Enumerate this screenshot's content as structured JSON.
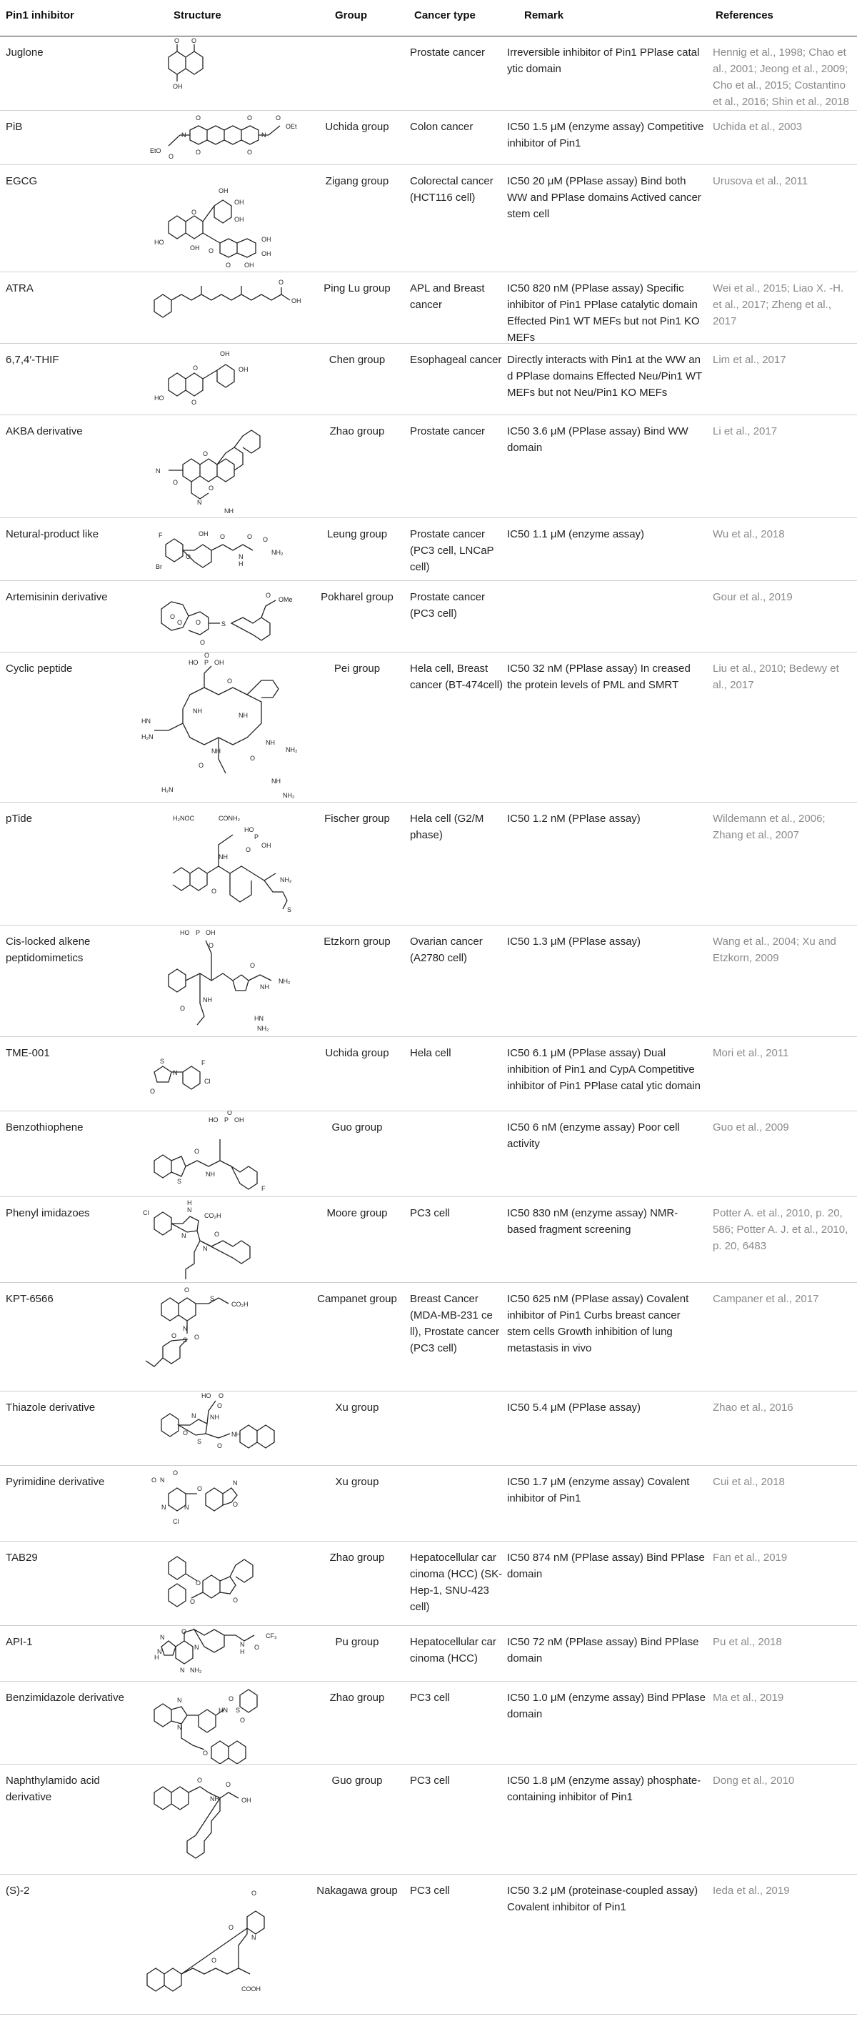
{
  "headers": [
    "Pin1 inhibitor",
    "Structure",
    "Group",
    "Cancer type",
    "Remark",
    "References"
  ],
  "rows": [
    {
      "name": "Juglone",
      "group": "",
      "cancer": "Prostate cancer",
      "remark": "Irreversible inhibitor of Pin1 PPlase catal ytic domain",
      "refs": "Hennig et al., 1998; Chao et al., 2001; Jeong et al., 2009; Cho et al., 2015; Costantino et al., 2016; Shin et al., 2018"
    },
    {
      "name": "PiB",
      "group": "Uchida group",
      "cancer": "Colon cancer",
      "remark": "IC50 1.5 μM (enzyme assay) Competitive inhibitor of Pin1",
      "refs": "Uchida et al., 2003"
    },
    {
      "name": "EGCG",
      "group": "Zigang group",
      "cancer": "Colorectal cancer (HCT116 cell)",
      "remark": "IC50 20 μM (PPlase assay) Bind both WW and PPlase domains Actived cancer stem cell",
      "refs": "Urusova et al., 2011"
    },
    {
      "name": "ATRA",
      "group": "Ping Lu group",
      "cancer": "APL and Breast cancer",
      "remark": "IC50 820 nM (PPlase assay) Specific inhibitor of Pin1 PPlase catalytic domain Effected Pin1 WT MEFs but not Pin1 KO MEFs",
      "refs": "Wei et al., 2015; Liao X. -H. et al., 2017; Zheng et al., 2017"
    },
    {
      "name": "6,7,4′-THIF",
      "group": "Chen group",
      "cancer": "Esophageal cancer",
      "remark": "Directly interacts with Pin1 at the WW an d PPlase domains Effected Neu/Pin1 WT MEFs but not Neu/Pin1 KO MEFs",
      "refs": "Lim et al., 2017"
    },
    {
      "name": "AKBA derivative",
      "group": "Zhao group",
      "cancer": "Prostate cancer",
      "remark": "IC50 3.6 μM (PPlase assay) Bind WW domain",
      "refs": "Li et al., 2017"
    },
    {
      "name": "Netural-product like",
      "group": "Leung group",
      "cancer": "Prostate cancer (PC3 cell, LNCaP cell)",
      "remark": "IC50 1.1 μM (enzyme assay)",
      "refs": "Wu et al., 2018"
    },
    {
      "name": "Artemisinin derivative",
      "group": "Pokharel group",
      "cancer": "Prostate cancer (PC3 cell)",
      "remark": "",
      "refs": "Gour et al., 2019"
    },
    {
      "name": "Cyclic peptide",
      "group": "Pei group",
      "cancer": "Hela cell, Breast cancer (BT-474cell)",
      "remark": "IC50 32 nM (PPlase assay) In creased the protein levels of PML and SMRT",
      "refs": "Liu et al., 2010; Bedewy et al., 2017"
    },
    {
      "name": "pTide",
      "group": "Fischer group",
      "cancer": "Hela cell (G2/M phase)",
      "remark": "IC50 1.2 nM (PPlase assay)",
      "refs": "Wildemann et al., 2006; Zhang et al., 2007"
    },
    {
      "name": "Cis-locked alkene peptidomimetics",
      "group": "Etzkorn group",
      "cancer": "Ovarian cancer (A2780 cell)",
      "remark": "IC50 1.3 μM (PPlase assay)",
      "refs": "Wang et al., 2004; Xu and Etzkorn, 2009"
    },
    {
      "name": "TME-001",
      "group": "Uchida group",
      "cancer": "Hela cell",
      "remark": "IC50 6.1 μM (PPlase assay) Dual inhibition of Pin1 and CypA Competitive inhibitor of Pin1 PPlase catal ytic domain",
      "refs": "Mori et al., 2011"
    },
    {
      "name": "Benzothiophene",
      "group": "Guo group",
      "cancer": "",
      "remark": "IC50 6 nM (enzyme assay) Poor cell activity",
      "refs": "Guo et al., 2009"
    },
    {
      "name": "Phenyl imidazoes",
      "group": "Moore group",
      "cancer": "PC3 cell",
      "remark": "IC50 830 nM (enzyme assay) NMR-based fragment screening",
      "refs": "Potter A. et al., 2010, p. 20, 586; Potter A. J. et al., 2010, p. 20, 6483"
    },
    {
      "name": "KPT-6566",
      "group": "Campanet group",
      "cancer": "Breast Cancer (MDA-MB-231 ce ll), Prostate cancer (PC3 cell)",
      "remark": "IC50 625 nM (PPlase assay) Covalent inhibitor of Pin1 Curbs breast cancer stem cells Growth inhibition of lung metastasis in vivo",
      "refs": "Campaner et al., 2017"
    },
    {
      "name": "Thiazole derivative",
      "group": "Xu group",
      "cancer": "",
      "remark": "IC50 5.4 μM (PPlase assay)",
      "refs": "Zhao et al., 2016"
    },
    {
      "name": "Pyrimidine derivative",
      "group": "Xu group",
      "cancer": "",
      "remark": "IC50 1.7 μM (enzyme assay) Covalent inhibitor of Pin1",
      "refs": "Cui et al., 2018"
    },
    {
      "name": "TAB29",
      "group": "Zhao group",
      "cancer": "Hepatocellular car cinoma (HCC) (SK-Hep-1, SNU-423 cell)",
      "remark": "IC50 874 nM (PPlase assay) Bind PPlase domain",
      "refs": "Fan et al., 2019"
    },
    {
      "name": "API-1",
      "group": "Pu group",
      "cancer": "Hepatocellular car cinoma (HCC)",
      "remark": "IC50 72 nM (PPlase assay) Bind PPlase domain",
      "refs": "Pu et al., 2018"
    },
    {
      "name": "Benzimidazole derivative",
      "group": "Zhao group",
      "cancer": "PC3 cell",
      "remark": "IC50 1.0 μM (enzyme assay) Bind PPlase domain",
      "refs": "Ma et al., 2019"
    },
    {
      "name": "Naphthylamido acid derivative",
      "group": "Guo group",
      "cancer": "PC3 cell",
      "remark": "IC50 1.8 μM (enzyme assay) phosphate-containing inhibitor of Pin1",
      "refs": "Dong et al., 2010"
    },
    {
      "name": "(S)-2",
      "group": "Nakagawa group",
      "cancer": "PC3 cell",
      "remark": "IC50 3.2 μM (proteinase-coupled assay) Covalent inhibitor of Pin1",
      "refs": "Ieda et al., 2019"
    }
  ],
  "atom_labels": {
    "juglone": [
      "O",
      "O",
      "OH"
    ],
    "pib": [
      "O",
      "O",
      "O",
      "O",
      "N",
      "N",
      "O",
      "OEt",
      "EtO",
      "O"
    ],
    "egcg": [
      "OH",
      "OH",
      "HO",
      "O",
      "OH",
      "OH",
      "O",
      "OH",
      "OH",
      "OH",
      "O"
    ],
    "atra": [
      "O",
      "OH"
    ],
    "thif": [
      "OH",
      "OH",
      "HO",
      "O",
      "O"
    ],
    "akba": [
      "N",
      "O",
      "O",
      "O",
      "N",
      "NH"
    ],
    "netural": [
      "F",
      "Br",
      "O",
      "OH",
      "O",
      "O",
      "N",
      "H",
      "NH₂",
      "O"
    ],
    "artemisinin": [
      "O",
      "O",
      "O",
      "O",
      "S",
      "OMe",
      "O"
    ],
    "cyclic": [
      "HO",
      "P",
      "OH",
      "O",
      "O",
      "NH",
      "NH",
      "HN",
      "H₂N",
      "NH",
      "NH",
      "NH₂",
      "H₂N",
      "NH",
      "NH₂",
      "O",
      "O"
    ],
    "ptide": [
      "H₂NOC",
      "CONH₂",
      "HO",
      "P",
      "OH",
      "O",
      "NH",
      "NH₂",
      "O",
      "S"
    ],
    "cislocked": [
      "HO",
      "P",
      "OH",
      "O",
      "O",
      "NH",
      "NH₂",
      "HN",
      "NH₂",
      "O",
      "NH"
    ],
    "tme": [
      "S",
      "N",
      "O",
      "F",
      "Cl"
    ],
    "benzothiophene": [
      "HO",
      "P",
      "OH",
      "O",
      "O",
      "S",
      "NH",
      "F"
    ],
    "imidazoes": [
      "Cl",
      "N",
      "H",
      "N",
      "CO₂H",
      "O",
      "N"
    ],
    "kpt": [
      "O",
      "S",
      "CO₂H",
      "N",
      "O",
      "S",
      "O"
    ],
    "thiazole": [
      "HO",
      "O",
      "O",
      "NH",
      "N",
      "S",
      "O",
      "NH",
      "O"
    ],
    "pyrimidine": [
      "O",
      "N",
      "O",
      "N",
      "N",
      "Cl",
      "O",
      "N",
      "O"
    ],
    "tab29": [
      "O",
      "O",
      "O"
    ],
    "api": [
      "N",
      "H",
      "N",
      "N",
      "N",
      "NH₂",
      "O",
      "N",
      "H",
      "CF₃",
      "O"
    ],
    "benzimidazole": [
      "N",
      "N",
      "HN",
      "S",
      "O",
      "O",
      "O"
    ],
    "naphthyl": [
      "O",
      "NH",
      "O",
      "OH"
    ],
    "s2": [
      "O",
      "N",
      "O",
      "O",
      "COOH"
    ]
  }
}
